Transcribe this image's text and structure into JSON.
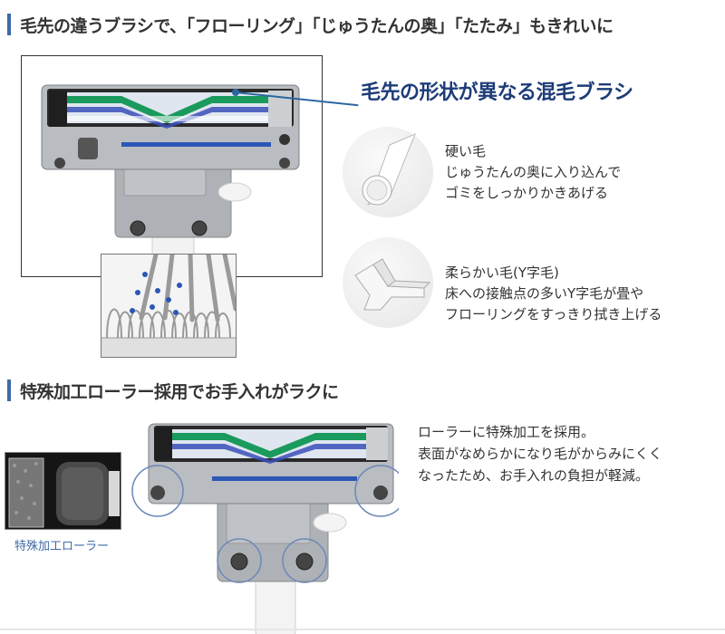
{
  "section1": {
    "heading": "毛先の違うブラシで、「フローリング」「じゅうたんの奥」「たたみ」もきれいに",
    "callout": "毛先の形状が異なる混毛ブラシ"
  },
  "bristles": [
    {
      "lines": [
        "硬い毛",
        "じゅうたんの奥に入り込んで",
        "ゴミをしっかりかきあげる"
      ],
      "icon": "round-bristle-icon"
    },
    {
      "lines": [
        "柔らかい毛(Y字毛)",
        "床への接触点の多いY字毛が畳や",
        "フローリングをすっきり拭き上げる"
      ],
      "icon": "y-bristle-icon"
    }
  ],
  "section2": {
    "heading": "特殊加工ローラー採用でお手入れがラクに",
    "swatch_label": "特殊加工ローラー",
    "desc_lines": [
      "ローラーに特殊加工を採用。",
      "表面がなめらかになり毛がからみにくく",
      "なったため、お手入れの負担が軽減。"
    ]
  },
  "colors": {
    "heading_bar": "#3f6aa8",
    "callout_text": "#1d3c78",
    "brush_green": "#1a9a5c",
    "brush_blue": "#3a4fb8",
    "body_gray": "#b9bcc0"
  }
}
